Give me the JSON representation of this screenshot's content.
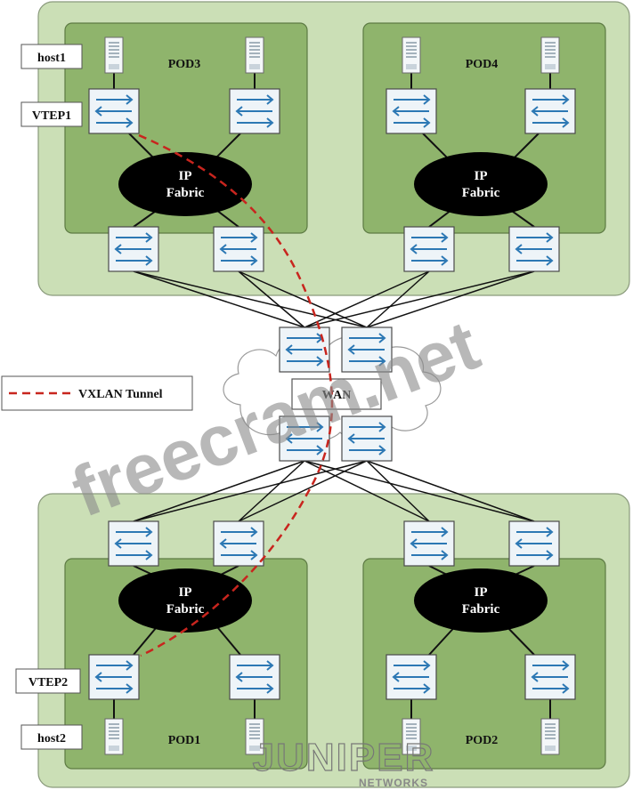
{
  "diagram": {
    "pods": [
      {
        "id": "pod3",
        "label": "POD3",
        "fabric_line1": "IP",
        "fabric_line2": "Fabric"
      },
      {
        "id": "pod4",
        "label": "POD4",
        "fabric_line1": "IP",
        "fabric_line2": "Fabric"
      },
      {
        "id": "pod1",
        "label": "POD1",
        "fabric_line1": "IP",
        "fabric_line2": "Fabric"
      },
      {
        "id": "pod2",
        "label": "POD2",
        "fabric_line1": "IP",
        "fabric_line2": "Fabric"
      }
    ],
    "labels": {
      "host1": "host1",
      "vtep1": "VTEP1",
      "vtep2": "VTEP2",
      "host2": "host2",
      "wan": "WAN"
    },
    "legend": {
      "text": "VXLAN Tunnel",
      "line_color": "#c8251e"
    },
    "watermark": "freecram.net",
    "logo": {
      "name": "JUNIPER",
      "sub": "NETWORKS"
    },
    "colors": {
      "outer_zone": "#cbdfb6",
      "pod": "#8fb46c",
      "fabric": "#000000",
      "device": "#eef4f8",
      "arrow": "#2c78b4",
      "tunnel": "#c8251e"
    }
  }
}
